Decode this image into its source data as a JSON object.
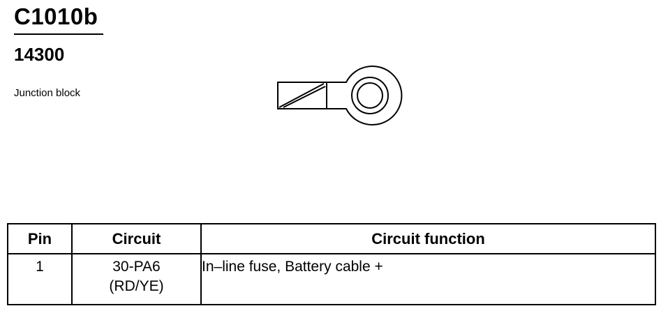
{
  "connector": {
    "id": "C1010b",
    "part_number": "14300",
    "description": "Junction block"
  },
  "table": {
    "headers": {
      "pin": "Pin",
      "circuit": "Circuit",
      "function": "Circuit function"
    },
    "rows": [
      {
        "pin": "1",
        "circuit": "30-PA6",
        "wire_color": "(RD/YE)",
        "function": "In–line fuse, Battery cable +"
      }
    ]
  }
}
